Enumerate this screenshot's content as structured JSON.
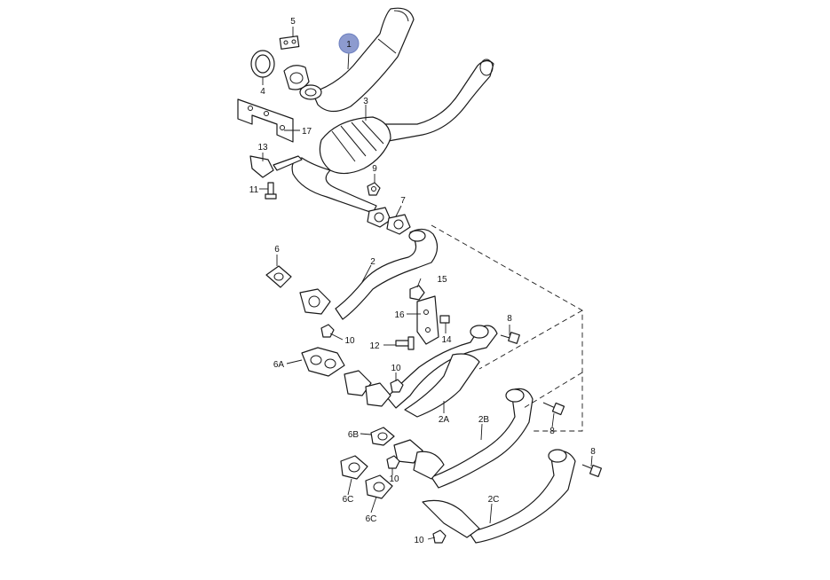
{
  "diagram": {
    "highlighted_part": "1",
    "highlight_color": "#8d9bcf",
    "labels": {
      "p1": "1",
      "p2": "2",
      "p2a": "2A",
      "p2b": "2B",
      "p2c": "2C",
      "p3": "3",
      "p4": "4",
      "p5": "5",
      "p6": "6",
      "p6a": "6A",
      "p6b": "6B",
      "p6c1": "6C",
      "p6c2": "6C",
      "p7": "7",
      "p8a": "8",
      "p8b": "8",
      "p8c": "8",
      "p9": "9",
      "p10a": "10",
      "p10b": "10",
      "p10c": "10",
      "p10d": "10",
      "p11": "11",
      "p12": "12",
      "p13": "13",
      "p14": "14",
      "p15": "15",
      "p16": "16",
      "p17": "17"
    }
  }
}
